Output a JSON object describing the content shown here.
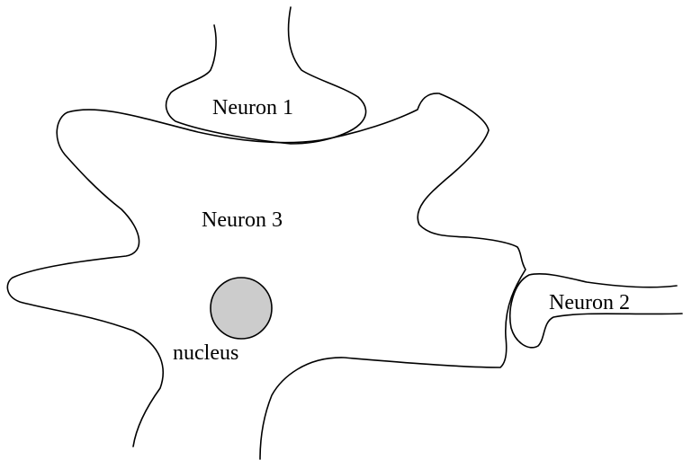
{
  "labels": {
    "neuron_1": "Neuron 1",
    "neuron_2": "Neuron 2",
    "neuron_3": "Neuron 3",
    "nucleus": "nucleus"
  },
  "colors": {
    "outline": "#000000",
    "nucleus_fill": "#cccccc",
    "background": "#ffffff"
  }
}
